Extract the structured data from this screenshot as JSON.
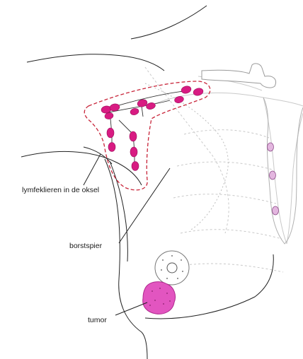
{
  "labels": {
    "axillary_nodes": "lymfeklieren in de oksel",
    "pectoral_muscle": "borstspier",
    "tumor": "tumor"
  },
  "colors": {
    "node_fill": "#d81b82",
    "node_stroke": "#9c0f5c",
    "tumor_fill": "#e255c0",
    "tumor_stroke": "#b02a8e",
    "sternal_node_fill": "#e3b6df",
    "dashed_red": "#c8253a",
    "outline": "#222222",
    "faint": "#bdbdbd"
  }
}
